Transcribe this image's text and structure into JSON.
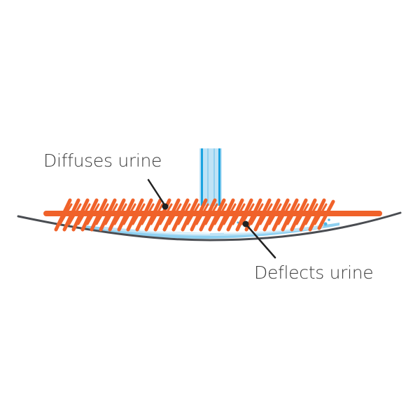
{
  "diagram": {
    "labels": {
      "diffuses": "Diffuses urine",
      "deflects": "Deflects urine"
    },
    "colors": {
      "bristle_orange": "#f0622a",
      "bowl_line": "#4a4d52",
      "water_light": "#bfe3f6",
      "water_mid": "#8fd0f0",
      "water_dark": "#1aa3e0",
      "text": "#3b3b3b",
      "leader": "#222222"
    },
    "elements": [
      "urine-stream",
      "bristle-mat",
      "bowl-curve",
      "water-pool",
      "leader-line-diffuses",
      "leader-line-deflects"
    ]
  }
}
